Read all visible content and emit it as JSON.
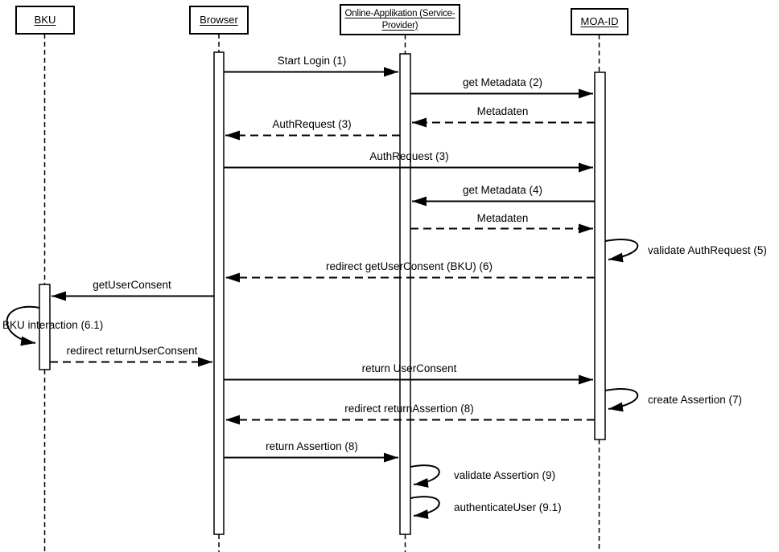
{
  "colors": {
    "background": "#ffffff",
    "line": "#000000",
    "text": "#000000"
  },
  "actors": [
    {
      "name": "BKU",
      "lines": [
        "BKU"
      ]
    },
    {
      "name": "Browser",
      "lines": [
        "Browser"
      ]
    },
    {
      "name": "Online-Applikation (Service-Provider)",
      "lines": [
        "Online-Applikation (Service-",
        "Provider)"
      ]
    },
    {
      "name": "MOA-ID",
      "lines": [
        "MOA-ID"
      ]
    }
  ],
  "messages": [
    {
      "label": "Start Login (1)",
      "from": "Browser",
      "to": "Online-Applikation (Service-Provider)",
      "style": "solid"
    },
    {
      "label": "get Metadata (2)",
      "from": "Online-Applikation (Service-Provider)",
      "to": "MOA-ID",
      "style": "solid"
    },
    {
      "label": "Metadaten",
      "from": "MOA-ID",
      "to": "Online-Applikation (Service-Provider)",
      "style": "dashed"
    },
    {
      "label": "AuthRequest (3)",
      "from": "Online-Applikation (Service-Provider)",
      "to": "Browser",
      "style": "dashed"
    },
    {
      "label": "AuthRequest (3)",
      "from": "Browser",
      "to": "MOA-ID",
      "style": "solid"
    },
    {
      "label": "get Metadata (4)",
      "from": "MOA-ID",
      "to": "Online-Applikation (Service-Provider)",
      "style": "solid"
    },
    {
      "label": "Metadaten",
      "from": "Online-Applikation (Service-Provider)",
      "to": "MOA-ID",
      "style": "dashed"
    },
    {
      "label": "validate AuthRequest (5)",
      "from": "MOA-ID",
      "to": "MOA-ID",
      "style": "self"
    },
    {
      "label": "redirect getUserConsent (BKU) (6)",
      "from": "MOA-ID",
      "to": "Browser",
      "style": "dashed"
    },
    {
      "label": "getUserConsent",
      "from": "Browser",
      "to": "BKU",
      "style": "solid"
    },
    {
      "label": "BKU interaction (6.1)",
      "from": "BKU",
      "to": "BKU",
      "style": "self"
    },
    {
      "label": "redirect returnUserConsent",
      "from": "BKU",
      "to": "Browser",
      "style": "dashed"
    },
    {
      "label": "return UserConsent",
      "from": "Browser",
      "to": "MOA-ID",
      "style": "solid"
    },
    {
      "label": "create Assertion (7)",
      "from": "MOA-ID",
      "to": "MOA-ID",
      "style": "self"
    },
    {
      "label": "redirect returnAssertion (8)",
      "from": "MOA-ID",
      "to": "Browser",
      "style": "dashed"
    },
    {
      "label": "return Assertion (8)",
      "from": "Browser",
      "to": "Online-Applikation (Service-Provider)",
      "style": "solid"
    },
    {
      "label": "validate Assertion (9)",
      "from": "Online-Applikation (Service-Provider)",
      "to": "Online-Applikation (Service-Provider)",
      "style": "self"
    },
    {
      "label": "authenticateUser (9.1)",
      "from": "Online-Applikation (Service-Provider)",
      "to": "Online-Applikation (Service-Provider)",
      "style": "self"
    }
  ]
}
